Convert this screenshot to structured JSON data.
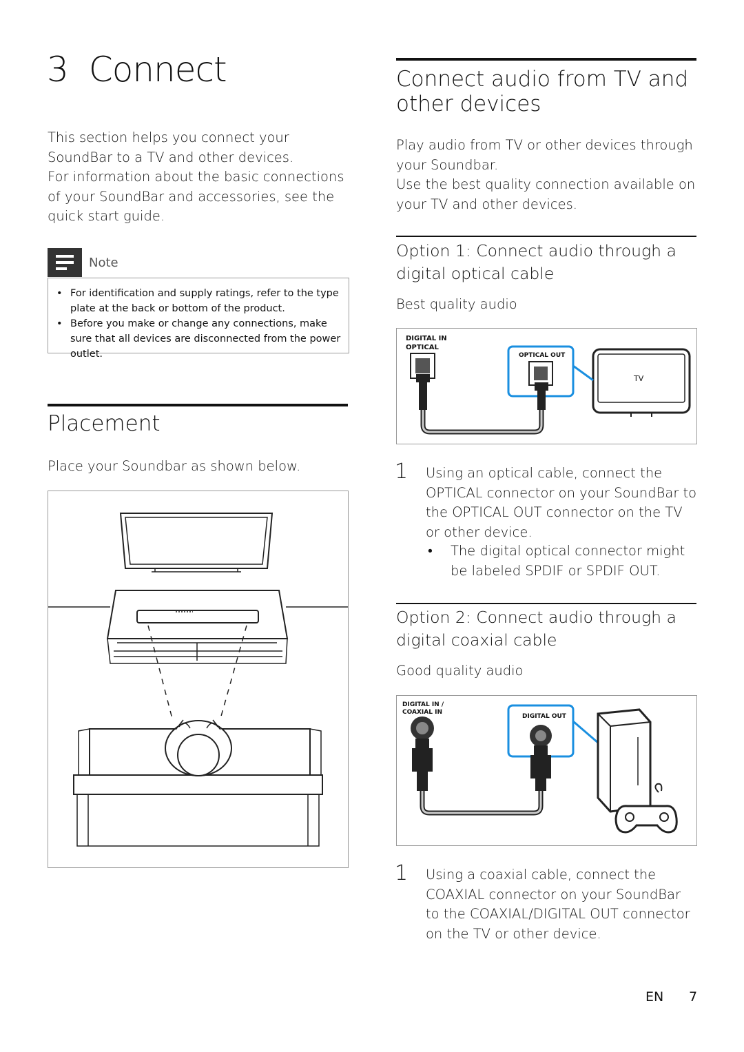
{
  "chapter": {
    "number": "3",
    "title": "Connect"
  },
  "intro": {
    "p1": "This section helps you connect your SoundBar to a TV and other devices.",
    "p2": "For information about the basic connections of your SoundBar and accessories, see the quick start guide."
  },
  "note": {
    "label": "Note",
    "items": [
      "For identification and supply ratings, refer to the type plate at the back or bottom of the product.",
      "Before you make or change any connections, make sure that all devices are disconnected from the power outlet."
    ]
  },
  "placement": {
    "heading": "Placement",
    "text": "Place your Soundbar as shown below."
  },
  "connect_audio": {
    "heading": "Connect audio from TV and other devices",
    "p1": "Play audio from TV or other devices through your Soundbar.",
    "p2": "Use the best quality connection available on your TV and other devices."
  },
  "option1": {
    "heading": "Option 1: Connect audio through a digital optical cable",
    "quality": "Best quality audio",
    "fig": {
      "left_label_1": "DIGITAL IN",
      "left_label_2": "OPTICAL",
      "out_label": "OPTICAL OUT",
      "device_label": "TV"
    },
    "step_num": "1",
    "step_text": "Using an optical cable, connect the OPTICAL connector on your SoundBar to the OPTICAL OUT connector on the TV or other device.",
    "bullet": "The digital optical connector might be labeled SPDIF or SPDIF OUT."
  },
  "option2": {
    "heading": "Option 2: Connect audio through a digital coaxial cable",
    "quality": "Good quality audio",
    "fig": {
      "left_label_1": "DIGITAL IN /",
      "left_label_2": "COAXIAL IN",
      "out_label": "DIGITAL OUT"
    },
    "step_num": "1",
    "step_text": "Using a coaxial cable, connect the COAXIAL connector on your SoundBar to the COAXIAL/DIGITAL OUT connector on the TV or other device."
  },
  "footer": {
    "lang": "EN",
    "page": "7"
  },
  "colors": {
    "accent": "#1a8fe0",
    "text": "#111111",
    "cable": "#777777"
  }
}
